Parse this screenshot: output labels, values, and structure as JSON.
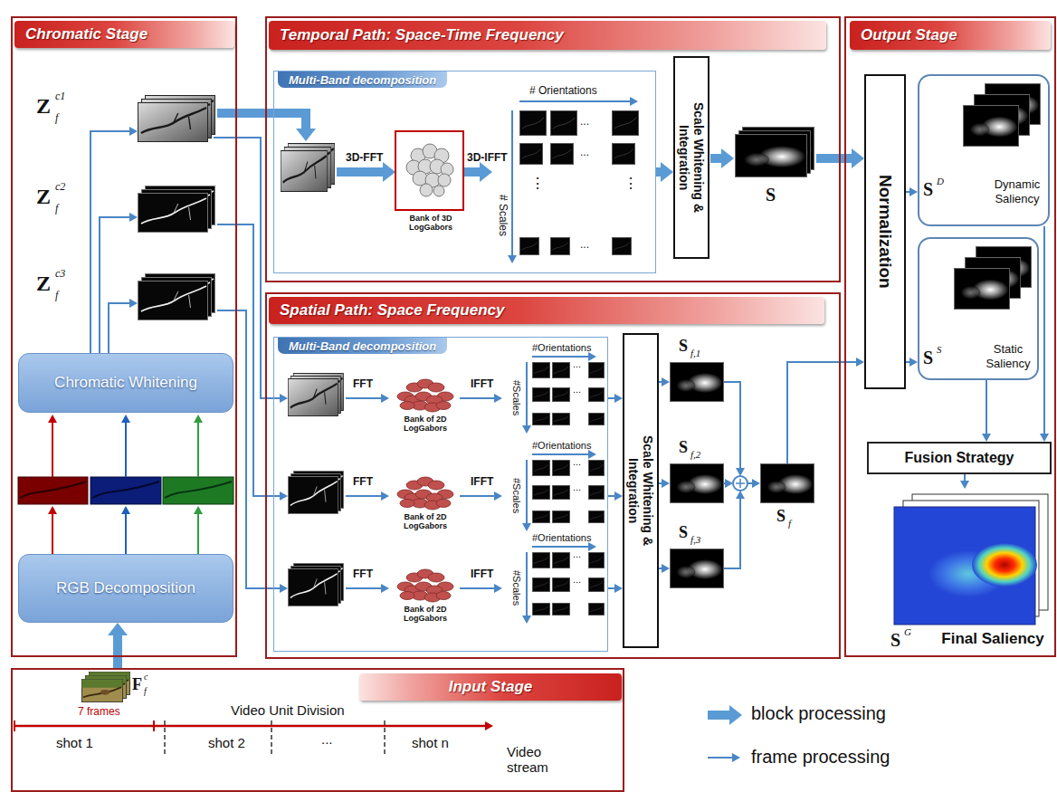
{
  "diagram": {
    "nodes": [
      {
        "text": [
          "Chromatic Stage"
        ]
      },
      {
        "text": [
          "Chromatic Whitening"
        ],
        "in": 0
      },
      {
        "text": [
          "RGB Decomposition"
        ],
        "in": 0
      },
      {
        "text": [
          "Temporal Path: Space-Time Frequency"
        ]
      },
      {
        "text": [
          "Multi-Band decomposition"
        ],
        "in": 3
      },
      {
        "text": [
          "Scale Whitening & Integration"
        ],
        "in": 3
      },
      {
        "text": [
          "Spatial Path: Space Frequency"
        ]
      },
      {
        "text": [
          "Multi-Band decomposition"
        ],
        "in": 6
      },
      {
        "text": [
          "Scale Whitening & Integration"
        ],
        "in": 6
      },
      {
        "text": [
          "Output Stage"
        ]
      },
      {
        "text": [
          "Normalization"
        ],
        "in": 9
      },
      {
        "text": [
          "Dynamic Saliency"
        ],
        "in": 9
      },
      {
        "text": [
          "Static Saliency"
        ],
        "in": 9
      },
      {
        "text": [
          "Fusion Strategy"
        ],
        "in": 9
      },
      {
        "text": [
          "Final Saliency"
        ],
        "in": 9
      },
      {
        "text": [
          "Input Stage"
        ]
      }
    ],
    "edges": [
      {
        "from": 15,
        "to": 2,
        "arrow": "to"
      },
      {
        "from": 4,
        "to": 5,
        "arrow": "to"
      },
      {
        "from": 7,
        "to": 8,
        "arrow": "to"
      },
      {
        "from": 10,
        "to": 11,
        "arrow": "to"
      },
      {
        "from": 10,
        "to": 12,
        "arrow": "to"
      },
      {
        "from": 11,
        "to": 13,
        "arrow": "to"
      },
      {
        "from": 12,
        "to": 13,
        "arrow": "to"
      },
      {
        "from": 13,
        "to": 14,
        "arrow": "to"
      }
    ],
    "labels": [
      "Z",
      "c1",
      "f",
      "Z",
      "c2",
      "f",
      "Z",
      "c3",
      "f",
      "3D-FFT",
      "Bank of 3D LogGabors",
      "3D-IFFT",
      "# Orientations",
      "# Scales",
      "...",
      "...",
      "⋮",
      "⋮",
      "...",
      "S",
      "FFT",
      "Bank of 2D LogGabors",
      "IFFT",
      "#Orientations",
      "#Scales",
      "...",
      "...",
      "FFT",
      "Bank of 2D LogGabors",
      "IFFT",
      "#Orientations",
      "#Scales",
      "...",
      "...",
      "FFT",
      "Bank of 2D LogGabors",
      "IFFT",
      "#Orientations",
      "#Scales",
      "...",
      "...",
      "S",
      "f,1",
      "S",
      "f,2",
      "S",
      "f,3",
      "S",
      "f",
      "S",
      "D",
      "S",
      "S",
      "S",
      "G",
      "F",
      "c",
      "f",
      "7 frames",
      "Video Unit Division",
      "shot 1",
      "shot 2",
      "...",
      "shot n",
      "Video stream"
    ],
    "legend": [
      {
        "text": "block processing"
      },
      {
        "text": "frame processing"
      }
    ]
  }
}
